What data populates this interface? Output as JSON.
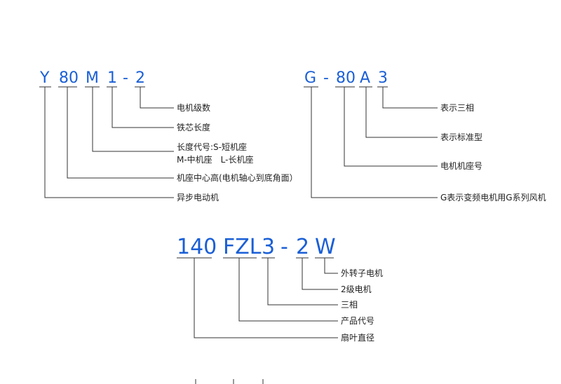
{
  "diagram1": {
    "codes": [
      "Y",
      "80",
      "M",
      "1",
      "-",
      "2"
    ],
    "labels": [
      "电机级数",
      "铁芯长度",
      "长度代号:S-短机座",
      "M-中机座　L-长机座",
      "机座中心高(电机轴心到底角面）",
      "异步电动机"
    ]
  },
  "diagram2": {
    "codes": [
      "G",
      "-",
      "80",
      "A",
      "3"
    ],
    "labels": [
      "表示三相",
      "表示标准型",
      "电机机座号",
      "G表示变频电机用G系列风机"
    ]
  },
  "diagram3": {
    "codes": [
      "140",
      "FZL",
      "3",
      "-",
      "2",
      "W"
    ],
    "labels": [
      "外转子电机",
      "2级电机",
      "三相",
      "产品代号",
      "扇叶直径"
    ]
  },
  "colors": {
    "code_text": "#1a5fd6",
    "label_text": "#222222",
    "lines": "#333333"
  }
}
